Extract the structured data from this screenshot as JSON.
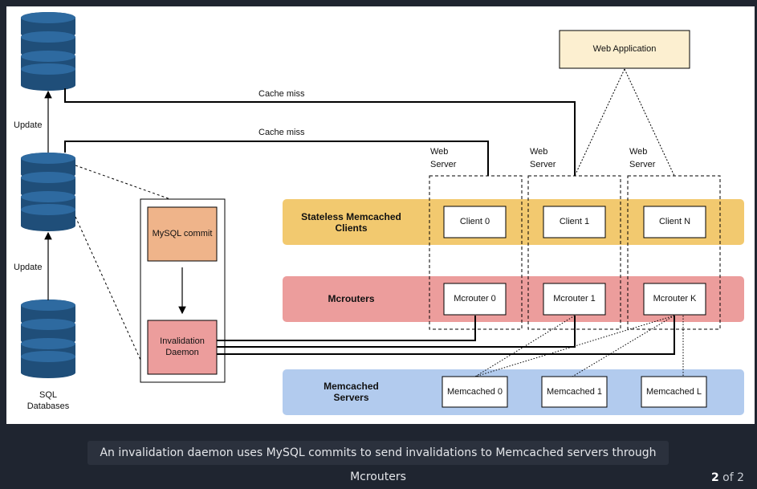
{
  "diagram": {
    "web_application": "Web Application",
    "cache_miss_1": "Cache miss",
    "cache_miss_2": "Cache miss",
    "update_1": "Update",
    "update_2": "Update",
    "sql_databases": "SQL\nDatabases",
    "mysql_commit": "MySQL commit",
    "invalidation_daemon": "Invalidation\nDaemon",
    "web_server_label": "Web\nServer",
    "layers": {
      "clients": "Stateless Memcached\nClients",
      "mcrouters": "Mcrouters",
      "memcached": "Memcached\nServers"
    },
    "clients": [
      "Client 0",
      "Client 1",
      "Client N"
    ],
    "mcrouters": [
      "Mcrouter 0",
      "Mcrouter 1",
      "Mcrouter K"
    ],
    "memcached_servers": [
      "Memcached 0",
      "Memcached 1",
      "Memcached L"
    ],
    "colors": {
      "clients_band": "#f2c96f",
      "mcrouters_band": "#ec9d9c",
      "memcached_band": "#b2cbee",
      "db": "#1f4e79",
      "mysql_box": "#efb48a",
      "daemon_box": "#ec9d9c",
      "webapp_box": "#fcefd0"
    }
  },
  "caption": "An invalidation daemon uses MySQL commits to send invalidations to Memcached servers through Mcrouters",
  "pager": {
    "current": "2",
    "of_text": "of 2"
  }
}
